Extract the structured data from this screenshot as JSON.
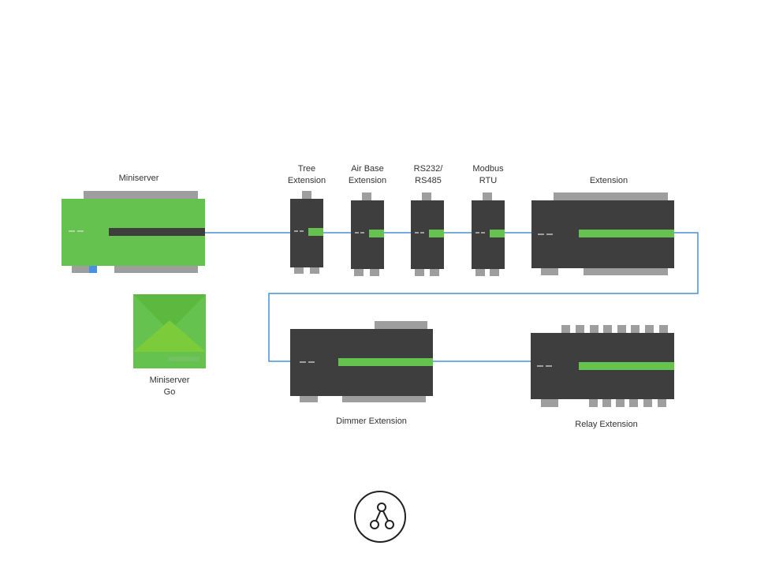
{
  "colors": {
    "green": "#66c24e",
    "dark_green": "#5cb83f",
    "light_green": "#7bcb3a",
    "module": "#3e3e3e",
    "connector": "#9e9e9e",
    "wire": "#4a90d9",
    "port_blue": "#4a90e2"
  },
  "devices": {
    "miniserver": "Miniserver",
    "miniserver_go": "Miniserver\nGo",
    "tree_extension": "Tree\nExtension",
    "air_base_extension": "Air Base\nExtension",
    "rs232_rs485": "RS232/\nRS485",
    "modbus_rtu": "Modbus\nRTU",
    "extension": "Extension",
    "dimmer_extension": "Dimmer Extension",
    "relay_extension": "Relay Extension"
  },
  "icons": {
    "network": "network-topology-icon"
  }
}
